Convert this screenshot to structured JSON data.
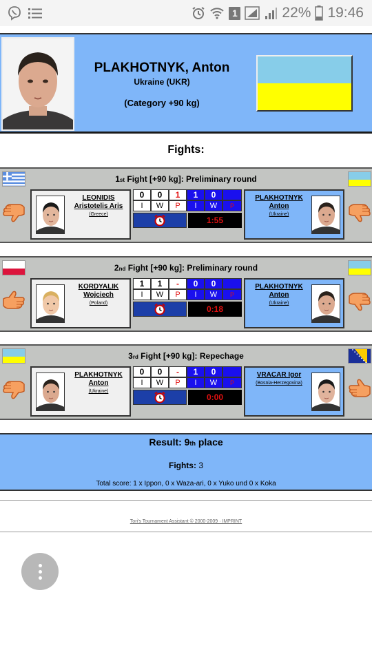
{
  "status_bar": {
    "battery_percent": "22%",
    "time": "19:46",
    "sim_label": "1",
    "left_icons": [
      "viber-icon",
      "list-icon"
    ],
    "right_icons": [
      "alarm-icon",
      "wifi-icon",
      "sim-icon",
      "signal-icon",
      "signal-icon",
      "battery-icon"
    ]
  },
  "athlete": {
    "name": "PLAKHOTNYK, Anton",
    "country": "Ukraine (UKR)",
    "category": "(Category +90 kg)",
    "flag_colors": [
      "#87cde9",
      "#ffff00"
    ]
  },
  "fights_title": "Fights:",
  "fights": [
    {
      "ordinal": "1",
      "ordinal_suffix": "st",
      "title_rest": " Fight [+90 kg]: Preliminary round",
      "left": {
        "name_line1": "LEONIDIS",
        "name_line2": "Aristotelis Aris",
        "country": "(Greece)",
        "flag": "greece",
        "hand": "thumbs-down-icon"
      },
      "right": {
        "name_line1": "PLAKHOTNYK",
        "name_line2": "Anton",
        "country": "(Ukraine)",
        "flag": "ukraine",
        "hand": "thumbs-down-icon"
      },
      "scores_left": [
        "0",
        "0",
        "1"
      ],
      "scores_right": [
        "1",
        "0",
        ""
      ],
      "labels": [
        "I",
        "W",
        "P",
        "I",
        "W",
        "P"
      ],
      "time": "1:55"
    },
    {
      "ordinal": "2",
      "ordinal_suffix": "nd",
      "title_rest": " Fight [+90 kg]: Preliminary round",
      "left": {
        "name_line1": "KORDYALIK",
        "name_line2": "Wojciech",
        "country": "(Poland)",
        "flag": "poland",
        "hand": "thumbs-up-icon"
      },
      "right": {
        "name_line1": "PLAKHOTNYK",
        "name_line2": "Anton",
        "country": "(Ukraine)",
        "flag": "ukraine",
        "hand": "thumbs-down-icon"
      },
      "scores_left": [
        "1",
        "1",
        "-"
      ],
      "scores_right": [
        "0",
        "0",
        ""
      ],
      "labels": [
        "I",
        "W",
        "P",
        "I",
        "W",
        "P"
      ],
      "time": "0:18"
    },
    {
      "ordinal": "3",
      "ordinal_suffix": "rd",
      "title_rest": " Fight [+90 kg]: Repechage",
      "left": {
        "name_line1": "PLAKHOTNYK",
        "name_line2": "Anton",
        "country": "(Ukraine)",
        "flag": "ukraine",
        "hand": "thumbs-down-icon"
      },
      "right": {
        "name_line1": "VRACAR Igor",
        "name_line2": "",
        "country": "(Bosnia-Herzegovina)",
        "flag": "bosnia",
        "hand": "thumbs-up-icon"
      },
      "scores_left": [
        "0",
        "0",
        "-"
      ],
      "scores_right": [
        "1",
        "0",
        ""
      ],
      "labels": [
        "I",
        "W",
        "P",
        "I",
        "W",
        "P"
      ],
      "time": "0:00"
    }
  ],
  "result": {
    "prefix": "Result: 9",
    "suffix": "th",
    "tail": " place",
    "fights_label": "Fights:",
    "fights_count": "3",
    "total_score": "Total score: 1 x Ippon, 0 x Waza-ari, 0 x Yuko und 0 x Koka"
  },
  "footer": "Tori's Tournament Assistant © 2000-2009 · IMPRINT",
  "colors": {
    "header_blue": "#7fb6f9",
    "panel_gray": "#c3c5c2",
    "score_blue": "#1a10ee",
    "score_red": "#e21010"
  }
}
